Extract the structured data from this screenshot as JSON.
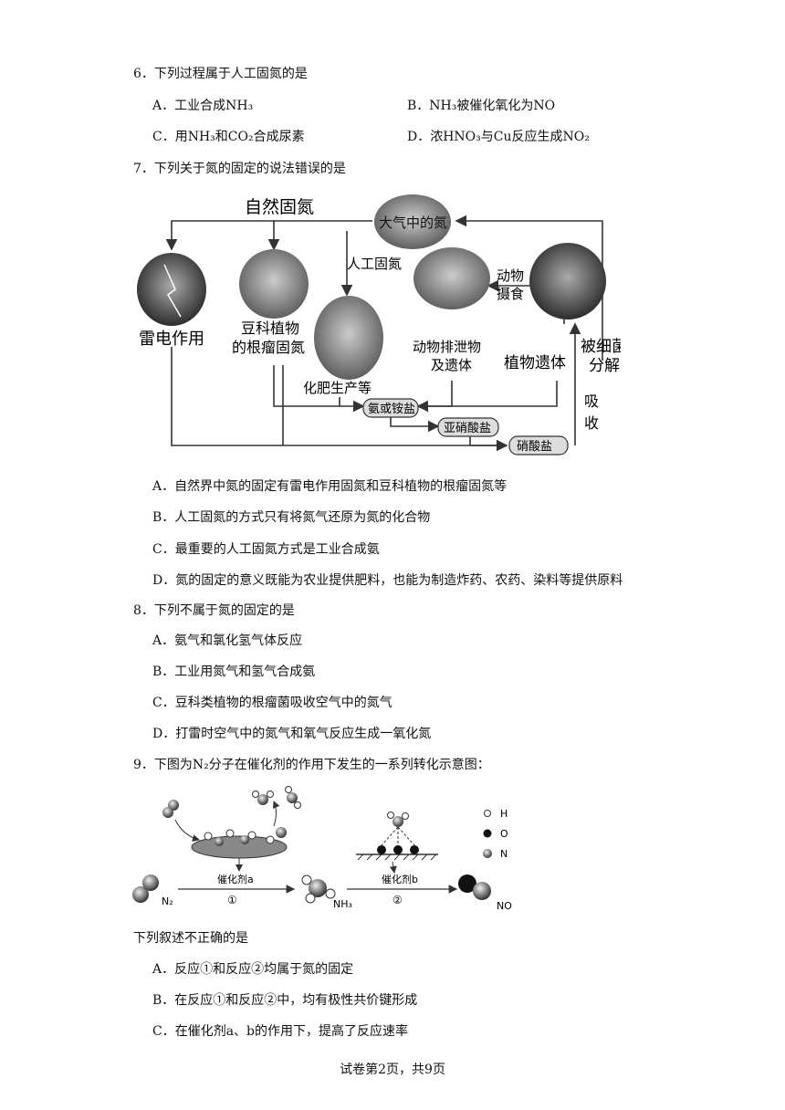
{
  "q6": {
    "stem": "6．下列过程属于人工固氮的是",
    "A": "A．工业合成NH₃",
    "B": "B．NH₃被催化氧化为NO",
    "C": "C．用NH₃和CO₂合成尿素",
    "D": "D．浓HNO₃与Cu反应生成NO₂"
  },
  "q7": {
    "stem": "7．下列关于氮的固定的说法错误的是",
    "diagram": {
      "natural": "自然固氮",
      "atmosphere": "大气中的氮",
      "artificial": "人工固氮",
      "lightning": "雷电作用",
      "legume_1": "豆科植物",
      "legume_2": "的根瘤固氮",
      "fertilizer": "化肥生产等",
      "animal_eat_1": "动物",
      "animal_eat_2": "摄食",
      "excreta_1": "动物排泄物",
      "excreta_2": "及遗体",
      "plant_remains": "植物遗体",
      "bacteria_1": "被细菌",
      "bacteria_2": "分解",
      "absorb_1": "吸",
      "absorb_2": "收",
      "ammonia": "氨或铵盐",
      "nitrite": "亚硝酸盐",
      "nitrate": "硝酸盐"
    },
    "A": "A．自然界中氮的固定有雷电作用固氮和豆科植物的根瘤固氮等",
    "B": "B．人工固氮的方式只有将氮气还原为氮的化合物",
    "C": "C．最重要的人工固氮方式是工业合成氨",
    "D": "D．氮的固定的意义既能为农业提供肥料，也能为制造炸药、农药、染料等提供原料"
  },
  "q8": {
    "stem": "8．下列不属于氮的固定的是",
    "A": "A．氨气和氯化氢气体反应",
    "B": "B．工业用氮气和氢气合成氨",
    "C": "C．豆科类植物的根瘤菌吸收空气中的氮气",
    "D": "D．打雷时空气中的氮气和氧气反应生成一氧化氮"
  },
  "q9": {
    "stem": "9．下图为N₂分子在催化剂的作用下发生的一系列转化示意图：",
    "diagram": {
      "n2": "N₂",
      "cat_a": "催化剂a",
      "step1": "①",
      "nh3": "NH₃",
      "cat_b": "催化剂b",
      "step2": "②",
      "no": "NO",
      "legend_h": "H",
      "legend_o": "O",
      "legend_n": "N"
    },
    "lead": "下列叙述不正确的是",
    "A": "A．反应①和反应②均属于氮的固定",
    "B": "B．在反应①和反应②中，均有极性共价键形成",
    "C": "C．在催化剂a、b的作用下，提高了反应速率"
  },
  "footer": "试卷第2页，共9页"
}
